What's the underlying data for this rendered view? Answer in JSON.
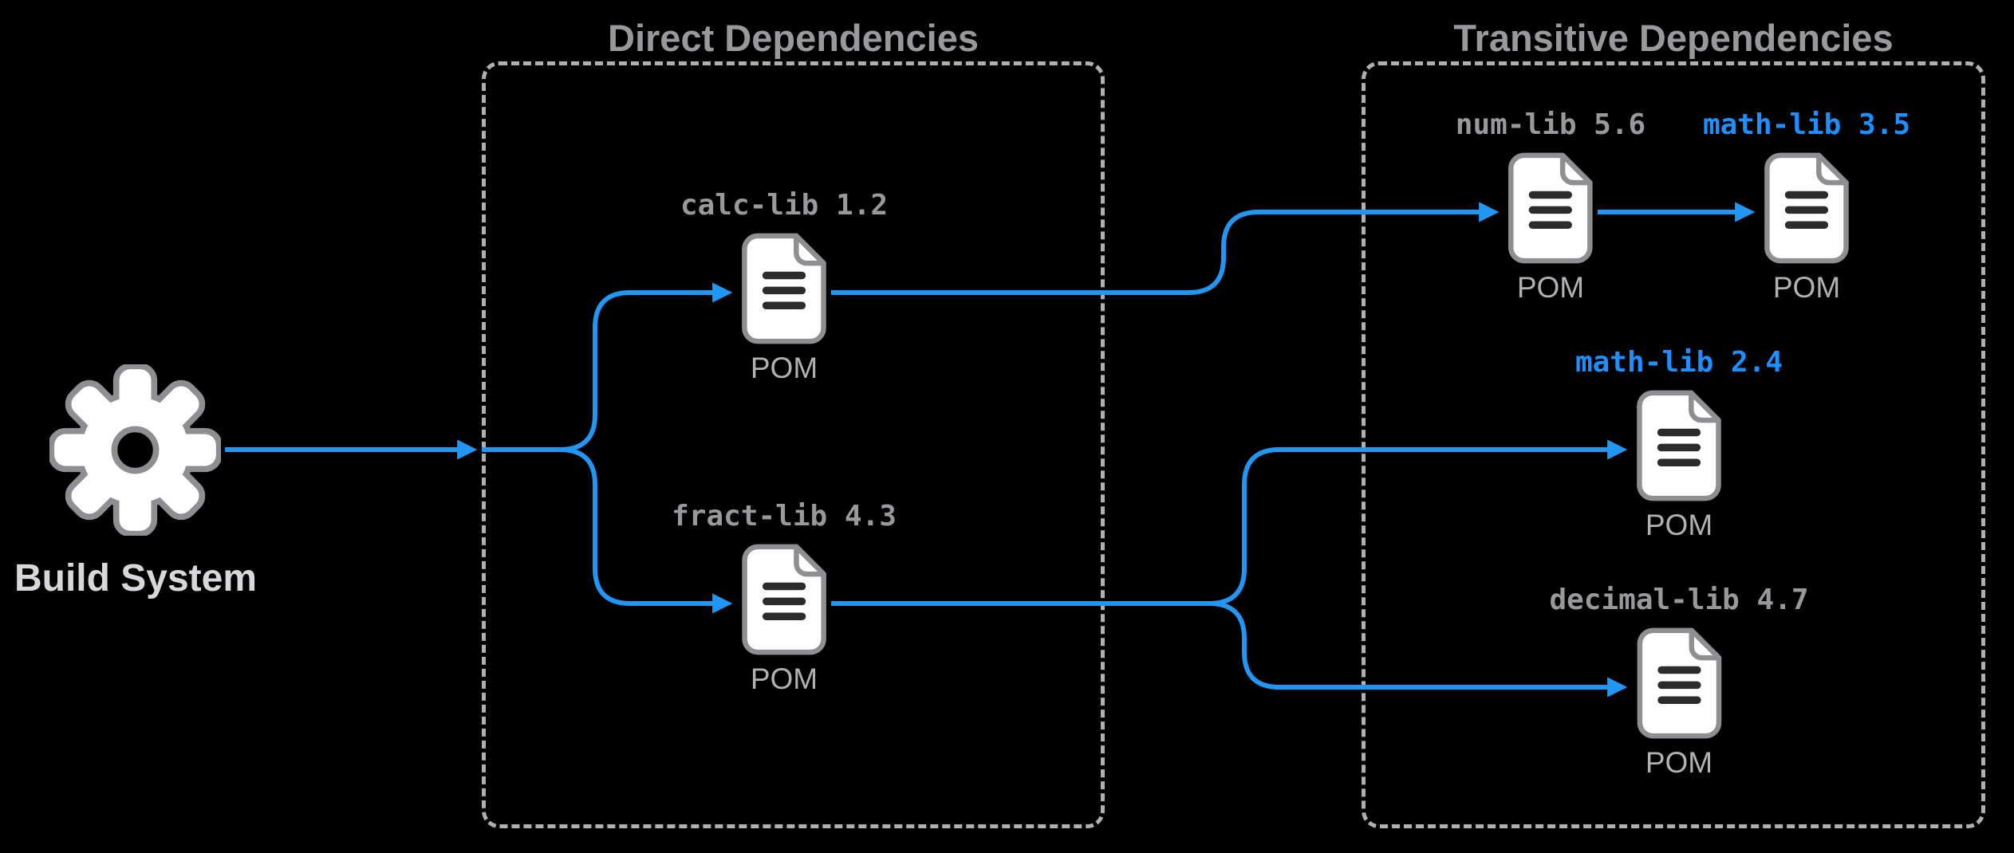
{
  "diagram": {
    "background": "#000000",
    "build_system": {
      "label": "Build System"
    },
    "groups": {
      "direct": {
        "title": "Direct Dependencies"
      },
      "transitive": {
        "title": "Transitive Dependencies"
      }
    },
    "nodes": {
      "calc": {
        "label": "calc-lib 1.2",
        "doc_label": "POM",
        "group": "direct",
        "label_color": "gray"
      },
      "fract": {
        "label": "fract-lib 4.3",
        "doc_label": "POM",
        "group": "direct",
        "label_color": "gray"
      },
      "num": {
        "label": "num-lib 5.6",
        "doc_label": "POM",
        "group": "transitive",
        "label_color": "gray"
      },
      "math35": {
        "label": "math-lib 3.5",
        "doc_label": "POM",
        "group": "transitive",
        "label_color": "blue"
      },
      "math24": {
        "label": "math-lib 2.4",
        "doc_label": "POM",
        "group": "transitive",
        "label_color": "blue"
      },
      "decimal": {
        "label": "decimal-lib 4.7",
        "doc_label": "POM",
        "group": "transitive",
        "label_color": "gray"
      }
    },
    "edges": [
      {
        "from": "build-system",
        "to": "direct-dependencies"
      },
      {
        "from": "direct-dependencies-entry",
        "to": "calc-lib 1.2"
      },
      {
        "from": "direct-dependencies-entry",
        "to": "fract-lib 4.3"
      },
      {
        "from": "calc-lib 1.2",
        "to": "num-lib 5.6"
      },
      {
        "from": "num-lib 5.6",
        "to": "math-lib 3.5"
      },
      {
        "from": "fract-lib 4.3",
        "to": "math-lib 2.4"
      },
      {
        "from": "fract-lib 4.3",
        "to": "decimal-lib 4.7"
      }
    ],
    "colors": {
      "arrow_blue": "#2196f3",
      "highlight_label_blue": "#1f8fff",
      "label_gray": "#98989d",
      "pom_text_gray": "#b0b0b5",
      "box_border_gray": "#b0b0b4",
      "build_label_gray": "#d8d8dc",
      "doc_fill": "#ffffff",
      "doc_outline": "#8e8e93",
      "doc_lines": "#2c2c2e"
    }
  }
}
